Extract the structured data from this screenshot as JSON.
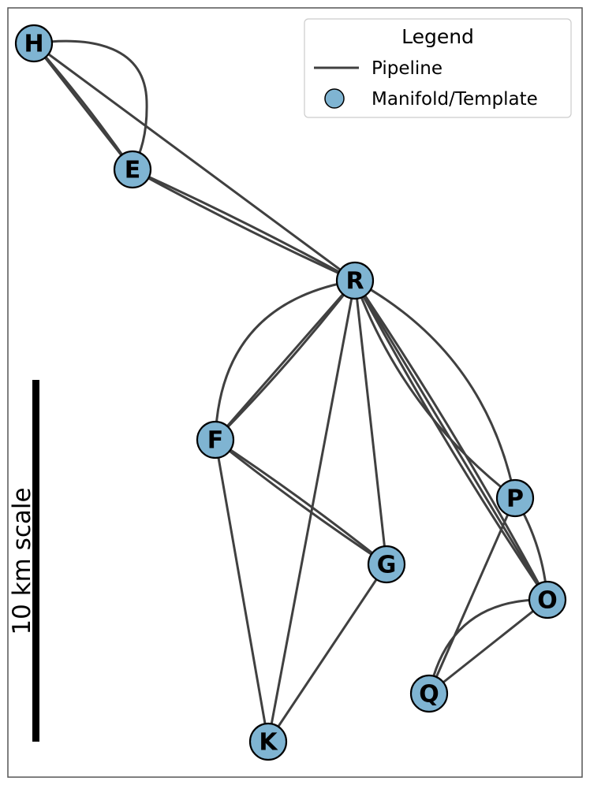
{
  "legend": {
    "title": "Legend",
    "pipeline_label": "Pipeline",
    "node_label": "Manifold/Template"
  },
  "scale_label": "10 km scale",
  "colors": {
    "node_fill": "#7fb4d2",
    "edge": "#404040",
    "scale_bar": "#000000"
  },
  "nodes": [
    {
      "id": "H",
      "label": "H"
    },
    {
      "id": "E",
      "label": "E"
    },
    {
      "id": "R",
      "label": "R"
    },
    {
      "id": "F",
      "label": "F"
    },
    {
      "id": "G",
      "label": "G"
    },
    {
      "id": "P",
      "label": "P"
    },
    {
      "id": "O",
      "label": "O"
    },
    {
      "id": "Q",
      "label": "Q"
    },
    {
      "id": "K",
      "label": "K"
    }
  ],
  "edges": [
    {
      "from": "H",
      "to": "E"
    },
    {
      "from": "H",
      "to": "E"
    },
    {
      "from": "H",
      "to": "E"
    },
    {
      "from": "H",
      "to": "R"
    },
    {
      "from": "E",
      "to": "R"
    },
    {
      "from": "E",
      "to": "R"
    },
    {
      "from": "R",
      "to": "F"
    },
    {
      "from": "R",
      "to": "F"
    },
    {
      "from": "R",
      "to": "F"
    },
    {
      "from": "R",
      "to": "K"
    },
    {
      "from": "R",
      "to": "G"
    },
    {
      "from": "R",
      "to": "P"
    },
    {
      "from": "R",
      "to": "O"
    },
    {
      "from": "R",
      "to": "O"
    },
    {
      "from": "R",
      "to": "O"
    },
    {
      "from": "R",
      "to": "P"
    },
    {
      "from": "F",
      "to": "G"
    },
    {
      "from": "F",
      "to": "G"
    },
    {
      "from": "F",
      "to": "K"
    },
    {
      "from": "G",
      "to": "K"
    },
    {
      "from": "P",
      "to": "O"
    },
    {
      "from": "P",
      "to": "Q"
    },
    {
      "from": "O",
      "to": "Q"
    },
    {
      "from": "O",
      "to": "Q"
    }
  ]
}
